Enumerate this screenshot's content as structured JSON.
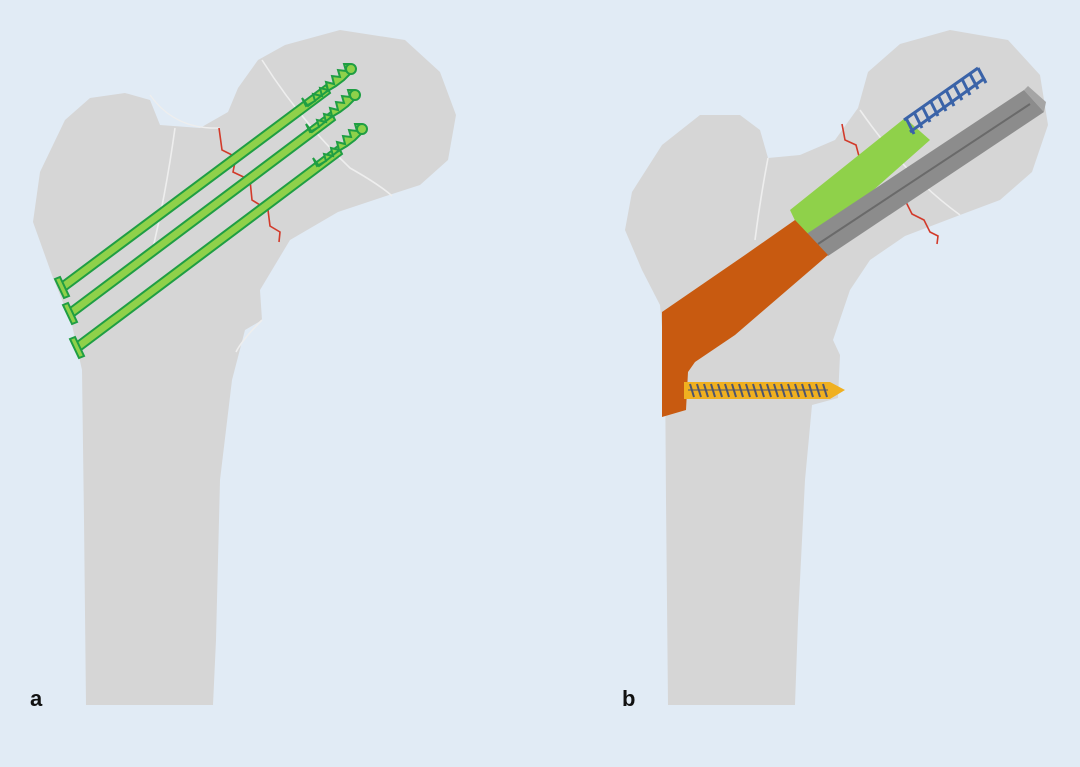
{
  "colors": {
    "background": "#e1ebf5",
    "bone": "#d6d6d6",
    "fracture_line": "#d23a2a",
    "cannulated_screw": "#8fd14a",
    "cannulated_screw_outline": "#1f9e43",
    "dhs_plate": "#c85a10",
    "lag_screw_barrel": "#8c8c8c",
    "lag_screw_thread": "#3a63a8",
    "cortical_screw": "#f0b020"
  },
  "panels": {
    "a": {
      "label": "a",
      "implant_icon": "cannulated-screw-icon",
      "screw_count": 3
    },
    "b": {
      "label": "b",
      "implant_icon": "dynamic-hip-screw-icon"
    }
  }
}
